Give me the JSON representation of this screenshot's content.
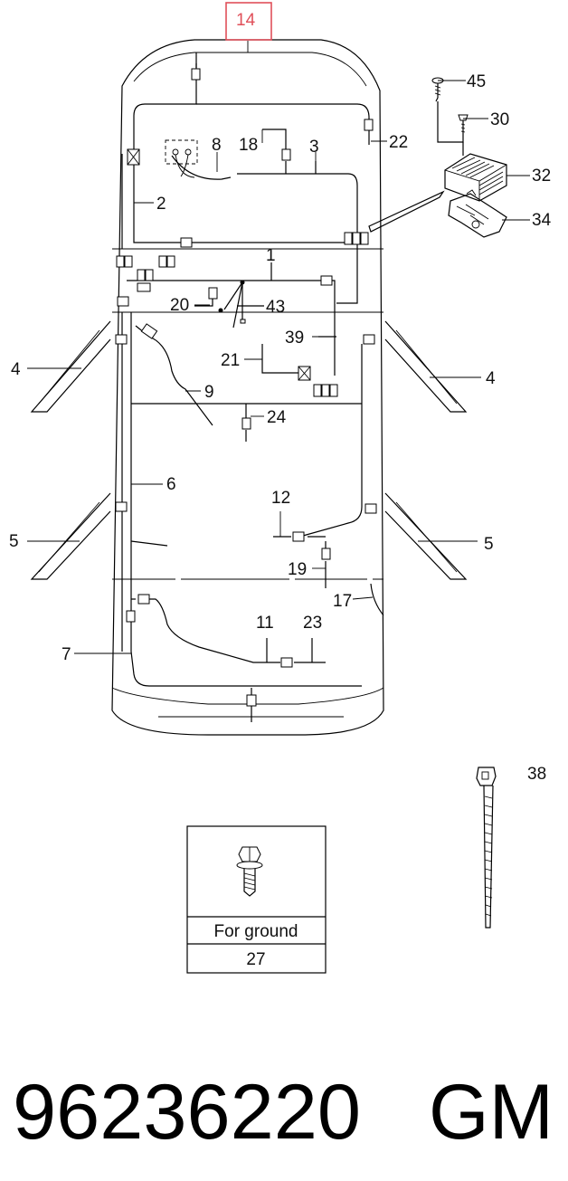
{
  "callouts": {
    "c14": "14",
    "c45": "45",
    "c30": "30",
    "c22": "22",
    "c8": "8",
    "c18": "18",
    "c3": "3",
    "c32": "32",
    "c34": "34",
    "c2": "2",
    "c1": "1",
    "c20": "20",
    "c43": "43",
    "c39": "39",
    "c4_left": "4",
    "c4_right": "4",
    "c21": "21",
    "c9": "9",
    "c24": "24",
    "c6": "6",
    "c12": "12",
    "c5_left": "5",
    "c5_right": "5",
    "c19": "19",
    "c17": "17",
    "c11": "11",
    "c23": "23",
    "c7": "7",
    "c38": "38"
  },
  "ground_box": {
    "caption": "For ground",
    "part": "27"
  },
  "footer": {
    "part_number": "96236220",
    "brand": "GM"
  },
  "colors": {
    "line": "#000000",
    "highlight": "#e0505a",
    "background": "#ffffff"
  },
  "icons": [
    "connector-icon",
    "screw-icon",
    "bolt-icon",
    "fuse-box-icon",
    "cable-tie-icon"
  ]
}
